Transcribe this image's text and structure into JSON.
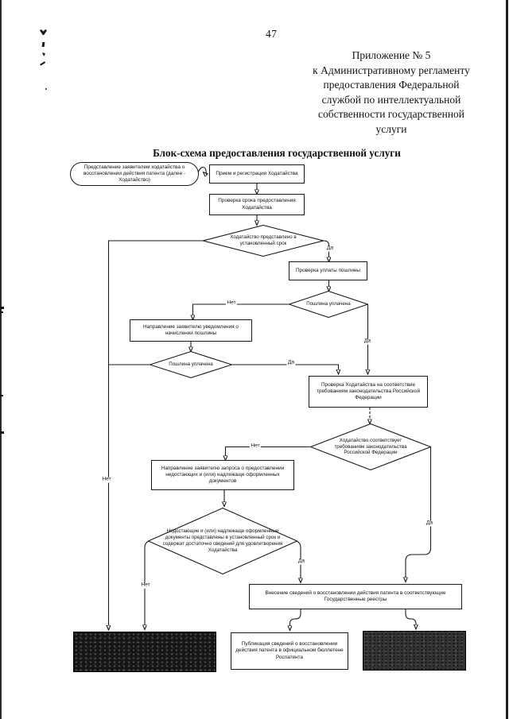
{
  "page": {
    "number": "47",
    "appendix": [
      "Приложение № 5",
      "к Административному регламенту",
      "предоставления Федеральной",
      "службой по интеллектуальной",
      "собственности государственной",
      "услуги"
    ],
    "title": "Блок-схема предоставления государственной услуги"
  },
  "flowchart": {
    "nodes": {
      "start": "Представление заявителем ходатайства о восстановлении действия патента (далее - Ходатайство)",
      "receive": "Прием и регистрация Ходатайства",
      "check_term": "Проверка срока предоставления Ходатайства",
      "d_term": "Ходатайство представлено в установленный срок",
      "check_fee": "Проверка уплаты пошлины",
      "d_fee1": "Пошлина уплачена",
      "notify": "Направление заявителю уведомления о начислении пошлины",
      "d_fee2": "Пошлина уплачена",
      "check_law": "Проверка Ходатайства на соответствие требованиям законодательства Российской Федерации",
      "d_law": "Ходатайство соответствует требованиям законодательства Российской Федерации",
      "request": "Направление заявителю запроса о предоставлении недостающих и (или) надлежаще оформленных документов",
      "d_docs": "Недостающие и (или) надлежаще оформленные документы представлены в установленный срок и содержат достаточно сведений для удовлетворения Ходатайства",
      "register": "Внесение сведений о восстановлении действия патента в соответствующие Государственные реестры",
      "publish": "Публикация сведений о восстановлении действия патента в официальном бюллетене Роспатента"
    },
    "labels": {
      "yes": "Да",
      "no": "Нет"
    }
  }
}
